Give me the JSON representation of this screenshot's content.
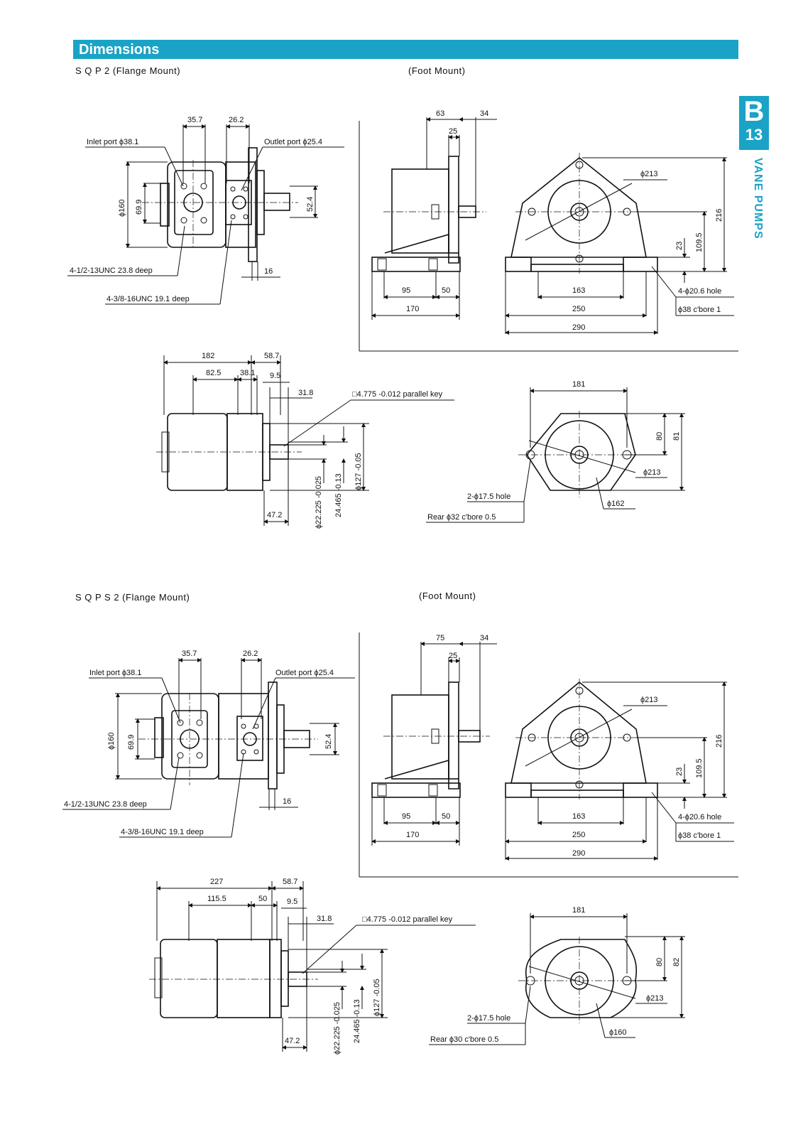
{
  "header": {
    "title": "Dimensions",
    "accent": "#1aa3c6"
  },
  "side_tab": {
    "letter": "B",
    "number": "13",
    "text": "VANE PUMPS"
  },
  "sqp2": {
    "model_label": "S Q P 2 (Flange Mount)",
    "foot_label": "(Foot Mount)",
    "flange": {
      "d1": "35.7",
      "d2": "26.2",
      "inlet": "Inlet port ϕ38.1",
      "outlet": "Outlet port ϕ25.4",
      "phi160": "ϕ160",
      "v699": "69.9",
      "v524": "52.4",
      "v16": "16",
      "thread1": "4-1/2-13UNC 23.8 deep",
      "thread2": "4-3/8-16UNC 19.1 deep"
    },
    "foot": {
      "d63": "63",
      "d34": "34",
      "d25": "25",
      "d95": "95",
      "d50": "50",
      "d170": "170",
      "d163": "163",
      "d250": "250",
      "d290": "290",
      "phi213": "ϕ213",
      "d216": "216",
      "d1095": "109.5",
      "d23": "23",
      "hole": "4-ϕ20.6 hole",
      "cbore": "ϕ38 c'bore 1"
    },
    "side": {
      "d182": "182",
      "d587": "58.7",
      "d825": "82.5",
      "d381": "38.1",
      "d95": "9.5",
      "d318": "31.8",
      "key": "□4.775 -0.012 parallel key",
      "d472": "47.2",
      "shaft1": "ϕ22.225 -0.025",
      "shaft2": "24.465 -0.13",
      "phi127": "ϕ127 -0.05"
    },
    "rear": {
      "d181": "181",
      "d80": "80",
      "d81": "81",
      "phi213": "ϕ213",
      "hole": "2-ϕ17.5 hole",
      "phi162": "ϕ162",
      "cbore": "Rear ϕ32 c'bore 0.5"
    }
  },
  "sqps2": {
    "model_label": "S Q P S 2 (Flange Mount)",
    "foot_label": "(Foot Mount)",
    "flange": {
      "d1": "35.7",
      "d2": "26.2",
      "inlet": "Inlet port ϕ38.1",
      "outlet": "Outlet port ϕ25.4",
      "phi160": "ϕ160",
      "v699": "69.9",
      "v524": "52.4",
      "v16": "16",
      "thread1": "4-1/2-13UNC 23.8 deep",
      "thread2": "4-3/8-16UNC 19.1 deep"
    },
    "foot": {
      "d75": "75",
      "d34": "34",
      "d25": "25",
      "d95": "95",
      "d50": "50",
      "d170": "170",
      "d163": "163",
      "d250": "250",
      "d290": "290",
      "phi213": "ϕ213",
      "d216": "216",
      "d1095": "109.5",
      "d23": "23",
      "hole": "4-ϕ20.6 hole",
      "cbore": "ϕ38 c'bore 1"
    },
    "side": {
      "d227": "227",
      "d587": "58.7",
      "d1155": "115.5",
      "d50": "50",
      "d95": "9.5",
      "d318": "31.8",
      "key": "□4.775 -0.012 parallel key",
      "d472": "47.2",
      "shaft1": "ϕ22.225 -0.025",
      "shaft2": "24.465 -0.13",
      "phi127": "ϕ127 -0.05"
    },
    "rear": {
      "d181": "181",
      "d80": "80",
      "d82": "82",
      "phi213": "ϕ213",
      "hole": "2-ϕ17.5 hole",
      "phi160": "ϕ160",
      "cbore": "Rear ϕ30 c'bore 0.5"
    }
  }
}
